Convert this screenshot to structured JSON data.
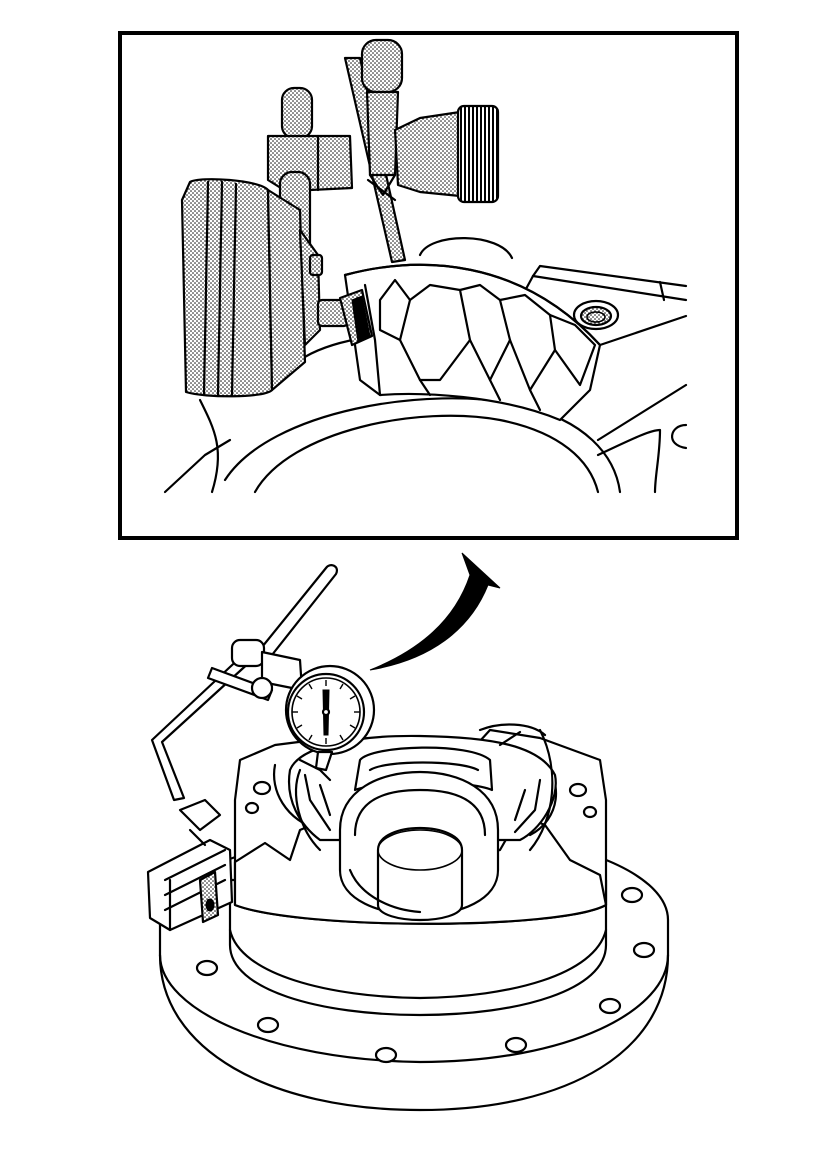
{
  "figure": {
    "background": "#ffffff",
    "ink_color": "#000000",
    "shade_style": "stipple",
    "views": [
      "detail-view",
      "overall-view"
    ],
    "callout_arrow": "pointing-from-overall-view-to-detail-view"
  }
}
